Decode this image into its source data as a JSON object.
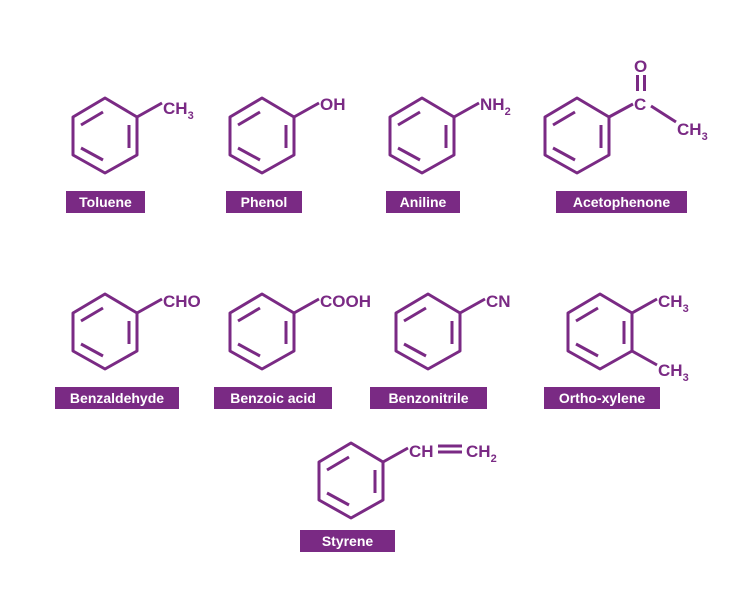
{
  "colors": {
    "primary": "#7a2a84",
    "label_text": "#ffffff",
    "background": "#ffffff"
  },
  "compounds": [
    {
      "name": "Toluene",
      "substituent": {
        "text": "CH",
        "sub": "3"
      }
    },
    {
      "name": "Phenol",
      "substituent": {
        "text": "OH",
        "sub": ""
      }
    },
    {
      "name": "Aniline",
      "substituent": {
        "text": "NH",
        "sub": "2"
      }
    },
    {
      "name": "Acetophenone",
      "carbonyl": {
        "oxygen": "O",
        "carbon": "C"
      },
      "substituent": {
        "text": "CH",
        "sub": "3"
      }
    },
    {
      "name": "Benzaldehyde",
      "substituent": {
        "text": "CHO",
        "sub": ""
      }
    },
    {
      "name": "Benzoic acid",
      "substituent": {
        "text": "COOH",
        "sub": ""
      }
    },
    {
      "name": "Benzonitrile",
      "substituent": {
        "text": "CN",
        "sub": ""
      }
    },
    {
      "name": "Ortho-xylene",
      "substituent": {
        "text": "CH",
        "sub": "3"
      },
      "substituent2": {
        "text": "CH",
        "sub": "3"
      }
    },
    {
      "name": "Styrene",
      "vinyl": {
        "left": "CH",
        "right": "CH",
        "sub": "2"
      }
    }
  ]
}
